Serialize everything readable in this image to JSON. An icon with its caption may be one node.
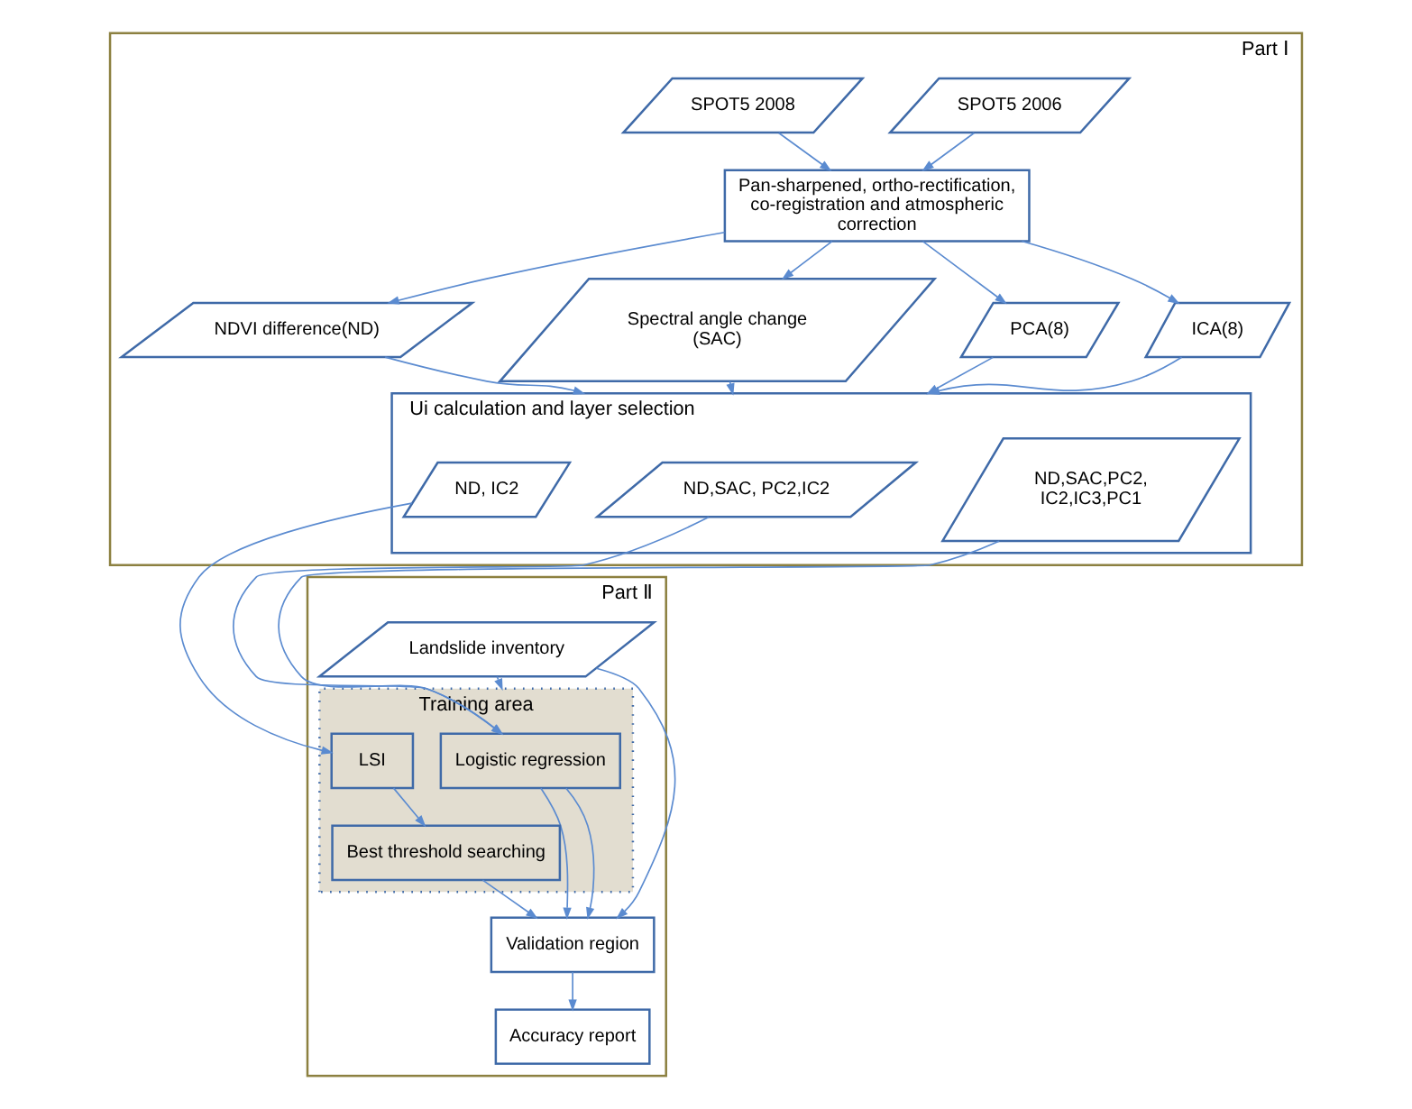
{
  "diagram": {
    "nodes": [
      {
        "text": [
          "Part Ⅰ"
        ]
      },
      {
        "text": [
          "SPOT5 2006"
        ],
        "in": 0
      },
      {
        "text": [
          "SPOT5 2008"
        ],
        "in": 0
      },
      {
        "text": [
          "Pan-sharpened, ortho-rectification, co-registration and atmospheric correction"
        ],
        "in": 0
      },
      {
        "text": [
          "NDVI difference(ND)"
        ],
        "in": 0
      },
      {
        "text": [
          "Spectral angle change (SAC)"
        ],
        "in": 0
      },
      {
        "text": [
          "PCA(8)"
        ],
        "in": 0
      },
      {
        "text": [
          "ICA(8)"
        ],
        "in": 0
      },
      {
        "text": [
          "Ui calculation and layer selection"
        ],
        "in": 0
      },
      {
        "text": [
          "ND,SAC, PC2,IC2"
        ],
        "in": 8
      },
      {
        "text": [
          "ND,SAC,PC2, IC2,IC3,PC1"
        ],
        "in": 8
      },
      {
        "text": [
          "ND, IC2"
        ],
        "in": 8
      },
      {
        "text": [
          "Part Ⅱ"
        ]
      },
      {
        "text": [
          "Training area"
        ],
        "in": 12
      },
      {
        "text": [
          "Logistic regression"
        ],
        "in": 13
      },
      {
        "text": [
          "LSI"
        ],
        "in": 13
      },
      {
        "text": [
          "Best threshold searching"
        ],
        "in": 13
      },
      {
        "text": [
          "Landslide inventory"
        ],
        "in": 12
      },
      {
        "text": [
          "Validation region"
        ],
        "in": 12
      },
      {
        "text": [
          "Accuracy report"
        ],
        "in": 12
      }
    ],
    "edges": [
      {
        "from": 1,
        "to": 3,
        "arrow": "to"
      },
      {
        "from": 2,
        "to": 3,
        "arrow": "to"
      },
      {
        "from": 3,
        "to": 4,
        "arrow": "to"
      },
      {
        "from": 3,
        "to": 5,
        "arrow": "to"
      },
      {
        "from": 3,
        "to": 6,
        "arrow": "to"
      },
      {
        "from": 3,
        "to": 7,
        "arrow": "to"
      },
      {
        "from": 4,
        "to": 8,
        "arrow": "to"
      },
      {
        "from": 5,
        "to": 8,
        "arrow": "to"
      },
      {
        "from": 6,
        "to": 8,
        "arrow": "to"
      },
      {
        "from": 7,
        "to": 8,
        "arrow": "to"
      },
      {
        "from": 9,
        "to": 14,
        "arrow": "to"
      },
      {
        "from": 10,
        "to": 14,
        "arrow": "to"
      },
      {
        "from": 11,
        "to": 15,
        "arrow": "to"
      },
      {
        "from": 15,
        "to": 16,
        "arrow": "to"
      },
      {
        "from": 17,
        "to": 13,
        "arrow": "to"
      },
      {
        "from": 17,
        "to": 18,
        "arrow": "to"
      },
      {
        "from": 14,
        "to": 18,
        "arrow": "to"
      },
      {
        "from": 14,
        "to": 18,
        "arrow": "to"
      },
      {
        "from": 16,
        "to": 18,
        "arrow": "to"
      },
      {
        "from": 18,
        "to": 19,
        "arrow": "to"
      }
    ]
  }
}
